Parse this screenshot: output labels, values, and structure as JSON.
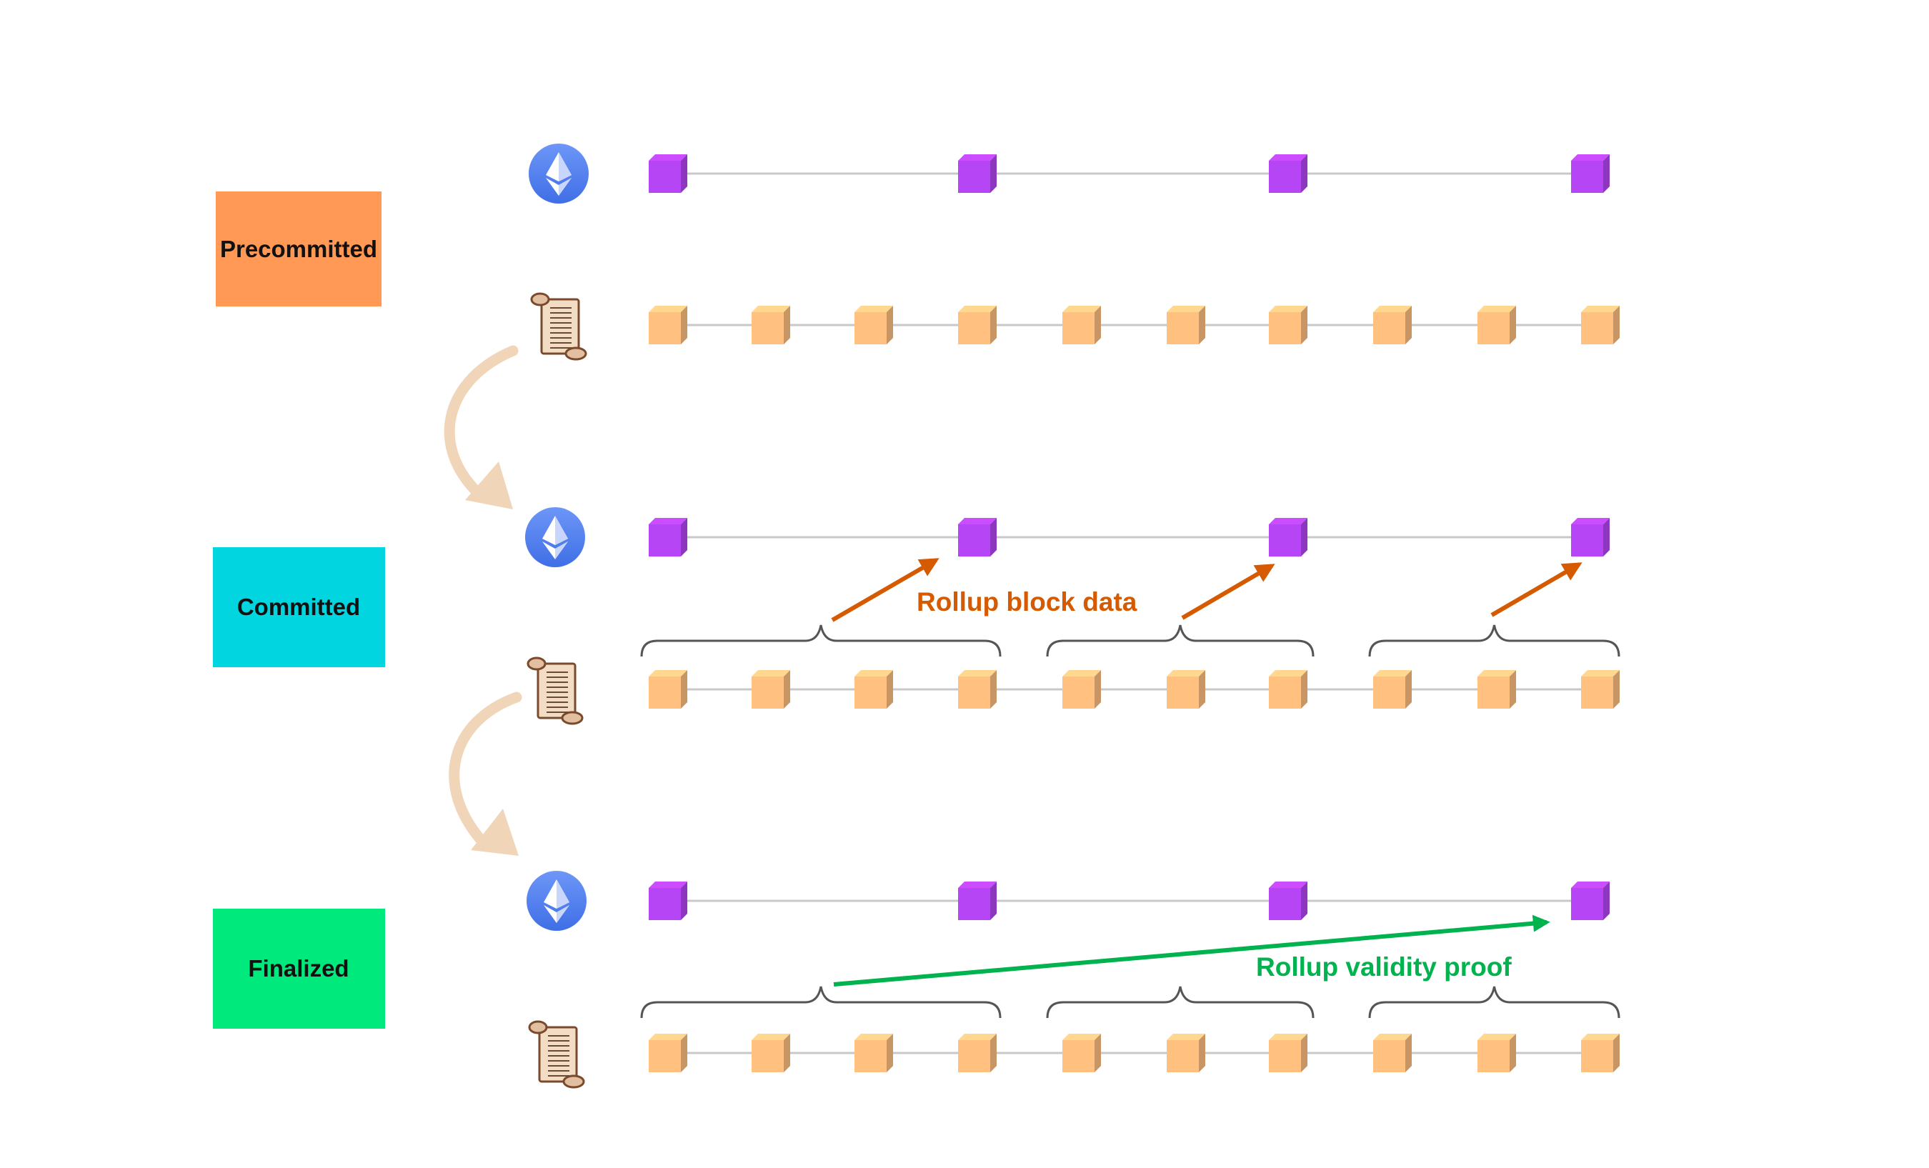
{
  "stages": [
    {
      "label": "Precommitted",
      "color": "#ff9955"
    },
    {
      "label": "Committed",
      "color": "#00d5e0"
    },
    {
      "label": "Finalized",
      "color": "#00e97c"
    }
  ],
  "annotations": {
    "block_data": {
      "label": "Rollup block data",
      "color": "#d55a00"
    },
    "validity_proof": {
      "label": "Rollup validity proof",
      "color": "#00b34f"
    }
  },
  "chain_icons": {
    "l1": "ethereum-icon",
    "l2": "scroll-icon"
  },
  "colors": {
    "l1_block": "#b545f5",
    "l2_block": "#ffc080",
    "transition_arrow": "#f0d5b8",
    "chain_line": "#c8c8c8"
  },
  "structure": {
    "l1_blocks_per_row": 4,
    "l2_blocks_per_row": 10,
    "batches": [
      4,
      3,
      3
    ]
  }
}
